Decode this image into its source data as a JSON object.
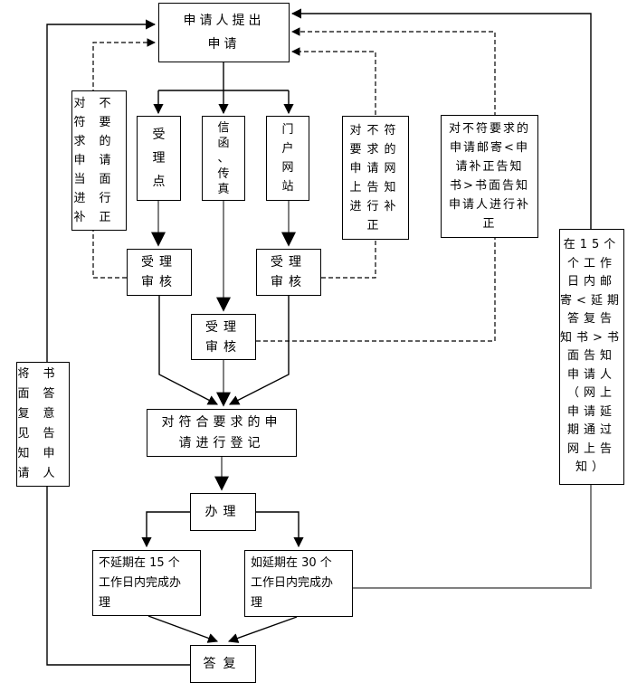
{
  "colors": {
    "background": "#ffffff",
    "box_border": "#000000",
    "text": "#000000",
    "line_primary": "#000000",
    "line_secondary": "#808080"
  },
  "nodes": {
    "applicant": {
      "text": "申请人提出申请",
      "lines": [
        "申请人提出",
        "申请"
      ]
    },
    "onsite_correction": {
      "text": "对不符要求的申请当面进行补正",
      "lines": [
        "对不",
        "符要",
        "求的",
        "申请",
        "当面",
        "进行",
        "补正"
      ]
    },
    "accept_point": {
      "text": "受理点",
      "lines": [
        "受",
        "理",
        "点"
      ]
    },
    "letter_fax": {
      "text": "信函、传真",
      "lines": [
        "信",
        "函",
        "、",
        "传",
        "真"
      ]
    },
    "portal": {
      "text": "门户网站",
      "lines": [
        "门",
        "户",
        "网",
        "站"
      ]
    },
    "online_correction": {
      "text": "对不符要求的申请网上告知进行补正",
      "lines": [
        "对不符",
        "要求的",
        "申请网",
        "上告知",
        "进行补",
        "正"
      ]
    },
    "mail_correction": {
      "text": "对不符要求的申请邮寄<申请补正告知书>书面告知申请人进行补正",
      "lines": [
        "对不符要求的",
        "申请邮寄<申",
        "请补正告知",
        "书>书面告知",
        "申请人进行补",
        "正"
      ]
    },
    "delay_notice": {
      "text": "在15个个工作日内邮寄<延期答复告知书>书面告知申请人（网上申请延期通过网上告知）",
      "lines": [
        "在15个",
        "个工作",
        "日内邮",
        "寄<延期",
        "答复告",
        "知书>书",
        "面告知",
        "申请人",
        "（网上",
        "申请延",
        "期通过",
        "网上告",
        "知）"
      ]
    },
    "review_left": {
      "text": "受理审核",
      "lines": [
        "受理",
        "审核"
      ]
    },
    "review_mid": {
      "text": "受理审核",
      "lines": [
        "受理",
        "审核"
      ]
    },
    "review_right": {
      "text": "受理审核",
      "lines": [
        "受理",
        "审核"
      ]
    },
    "register": {
      "text": "对符合要求的申请进行登记",
      "lines": [
        "对符合要求的申",
        "请进行登记"
      ]
    },
    "process": {
      "text": "办理",
      "lines": [
        "办理"
      ]
    },
    "within_15": {
      "text": "不延期在 15 个工作日内完成办理",
      "lines": [
        "不延期在 15 个",
        "工作日内完成办",
        "理"
      ]
    },
    "within_30": {
      "text": "如延期在 30 个工作日内完成办理",
      "lines": [
        "如延期在 30 个",
        "工作日内完成办",
        "理"
      ]
    },
    "reply": {
      "text": "答复",
      "lines": [
        "答复"
      ]
    },
    "notify_reply": {
      "text": "将书面答复意见告知申请人",
      "lines": [
        "将书",
        "面答",
        "复意",
        "见告",
        "知申",
        "请人"
      ]
    }
  }
}
